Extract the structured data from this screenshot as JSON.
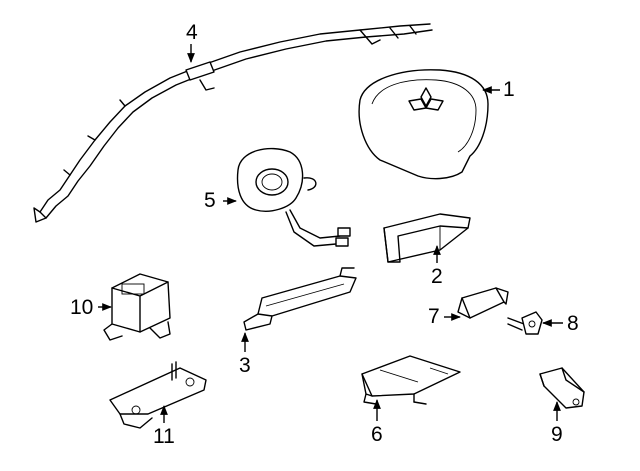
{
  "callouts": {
    "c1": "1",
    "c2": "2",
    "c3": "3",
    "c4": "4",
    "c5": "5",
    "c6": "6",
    "c7": "7",
    "c8": "8",
    "c9": "9",
    "c10": "10",
    "c11": "11"
  },
  "icons": {
    "logo": "three-diamond-emblem"
  }
}
